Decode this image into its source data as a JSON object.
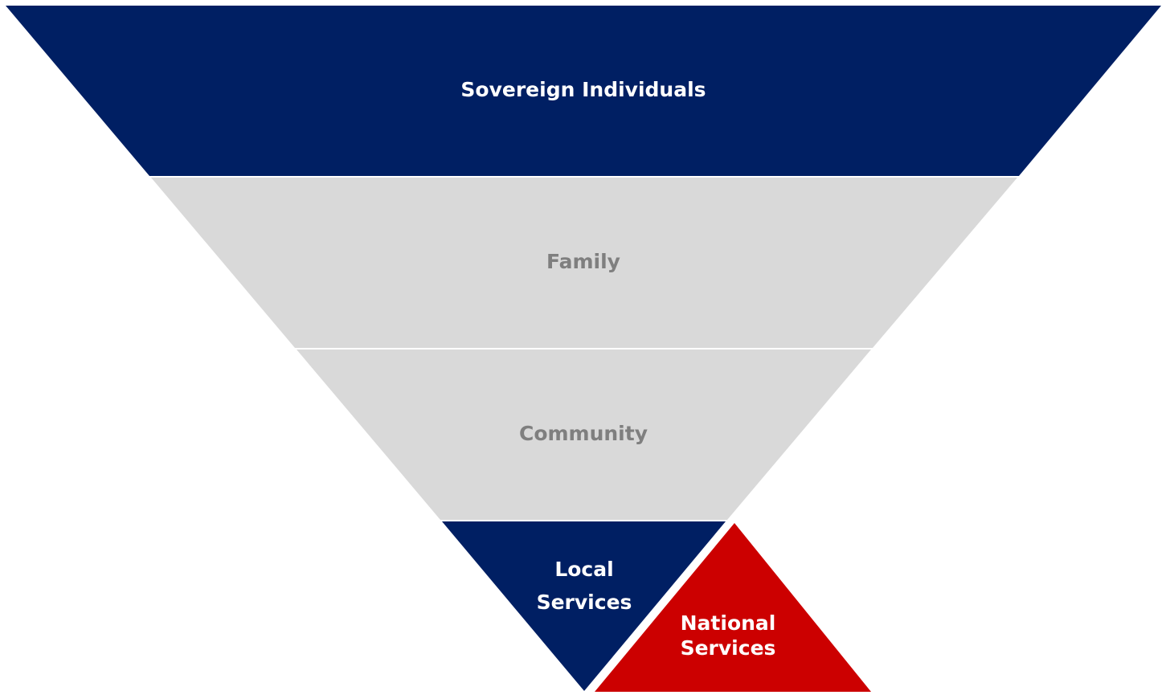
{
  "diagram": {
    "type": "inverted-pyramid",
    "colors": {
      "navy": "#001f63",
      "gray": "#d9d9d9",
      "red": "#cc0000",
      "label_on_dark": "#ffffff",
      "label_on_gray": "#7f7f7f",
      "background": "#ffffff"
    },
    "tiers": [
      {
        "label": "Sovereign Individuals",
        "color": "navy"
      },
      {
        "label": "Family",
        "color": "gray"
      },
      {
        "label": "Community",
        "color": "gray"
      }
    ],
    "bottom": {
      "local": {
        "label_line1": "Local",
        "label_line2": "Services",
        "color": "navy"
      },
      "national": {
        "label_line1": "National",
        "label_line2": "Services",
        "color": "red"
      }
    }
  }
}
